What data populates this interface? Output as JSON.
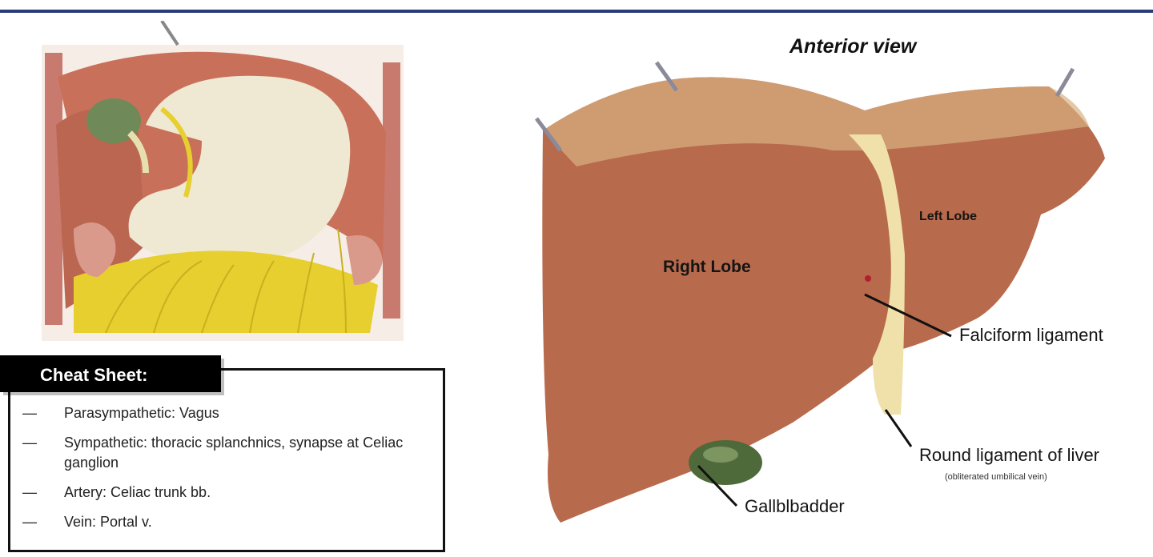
{
  "header": {
    "view_title": "Anterior view"
  },
  "diagram": {
    "lobe_labels": {
      "right": "Right Lobe",
      "left": "Left Lobe"
    },
    "callouts": {
      "falciform": "Falciform ligament",
      "round": "Round ligament of liver",
      "round_sub": "(obliterated umbilical vein)",
      "gallbladder": "Gallblbadder"
    }
  },
  "cheat_sheet": {
    "title": "Cheat Sheet:",
    "bullet": "—",
    "items": [
      "Parasympathetic: Vagus",
      "Sympathetic: thoracic splanchnics, synapse at Celiac ganglion",
      "Artery: Celiac trunk bb.",
      "Vein: Portal v."
    ]
  },
  "colors": {
    "rule": "#2a3a7a",
    "liver": "#b86a4c",
    "ligament": "#efe1a9",
    "gallbladder": "#6f8a58",
    "nerve": "#e6cf2e",
    "stomach": "#efe8d2"
  }
}
